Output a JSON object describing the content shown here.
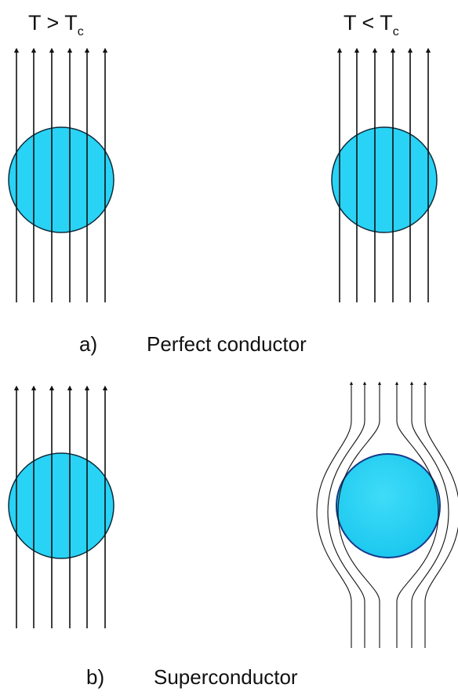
{
  "panel_a": {
    "left_heading": {
      "base": "T > T",
      "sub": "c"
    },
    "right_heading": {
      "base": "T < T",
      "sub": "c"
    },
    "label": "a)",
    "caption": "Perfect conductor"
  },
  "panel_b": {
    "label": "b)",
    "caption": "Superconductor"
  },
  "colors": {
    "sphere_fill": "#29d3f5",
    "sphere_fill_light": "#53ddf7",
    "sphere_edge": "#0d2a3a",
    "sphere_edge_superconductor": "#163a8a",
    "field_line": "#111111"
  }
}
